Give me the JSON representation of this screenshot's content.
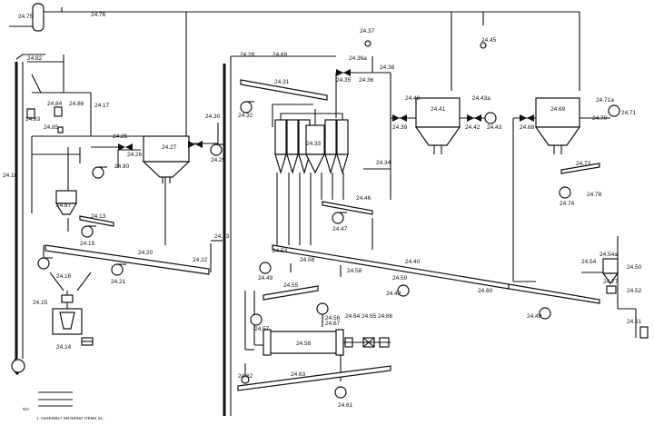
{
  "diagram": {
    "labels": {
      "t2475": "24.75",
      "t2476": "24.76",
      "t2482": "24.82",
      "t2483": "24.83",
      "t2484": "24.84",
      "t2485": "24.85",
      "t2486": "24.86",
      "t2487": "24.87",
      "t2418": "24.18",
      "t2419": "24.19",
      "t2420": "24.20",
      "t2421": "24.21",
      "t2422": "24.22",
      "t2423": "24.23",
      "t2425": "24.25",
      "t2426": "24.26",
      "t2427": "24.27",
      "t2428": "24.28",
      "t2429": "24.29",
      "t2430": "24.30",
      "t2431": "24.31",
      "t2432": "24.32",
      "t2433": "24.33",
      "t2434": "24.34",
      "t2435": "24.35",
      "t2436": "24.36",
      "t2436a": "24.36a",
      "t2437": "24.37",
      "t2438": "24.38",
      "t2439": "24.39",
      "t2440": "24.40",
      "t2441": "24.41",
      "t2442": "24.42",
      "t2443": "24.43",
      "t2443a": "24.43a",
      "t2445": "24.45",
      "t2446": "24.46",
      "t2447": "24.47",
      "t2448": "24.48",
      "t2449": "24.49",
      "t2450": "24.50",
      "t2451": "24.51",
      "t2452": "24.52",
      "t2453": "24.53",
      "t2454": "24.54",
      "t2454a": "24.54a",
      "t2455": "24.55",
      "t2456": "24.56",
      "t2457": "24.57",
      "t2458": "24.58",
      "t2459": "24.59",
      "t2460": "24.60",
      "t2461": "24.61",
      "t2462": "24.62",
      "t2463": "24.63",
      "t2464": "24.64",
      "t2465": "24.65",
      "t2466": "24.66",
      "t2467": "24.67",
      "t2468": "24.68",
      "t2469": "24.69",
      "t2470": "24.70",
      "t2471": "24.71",
      "t2471a": "24.71a",
      "t2473": "24.73",
      "t2474": "24.74",
      "t2477": "24.77",
      "t2478": "24.78",
      "t2480": "24.80",
      "t2413": "24.13",
      "t2414": "24.14",
      "t2415": "24.15",
      "t2416": "24.16",
      "t2417": "24.17"
    },
    "legend": [
      "NO.",
      "1. ASSEMBLY DRAWING ITEMS 24.."
    ]
  }
}
